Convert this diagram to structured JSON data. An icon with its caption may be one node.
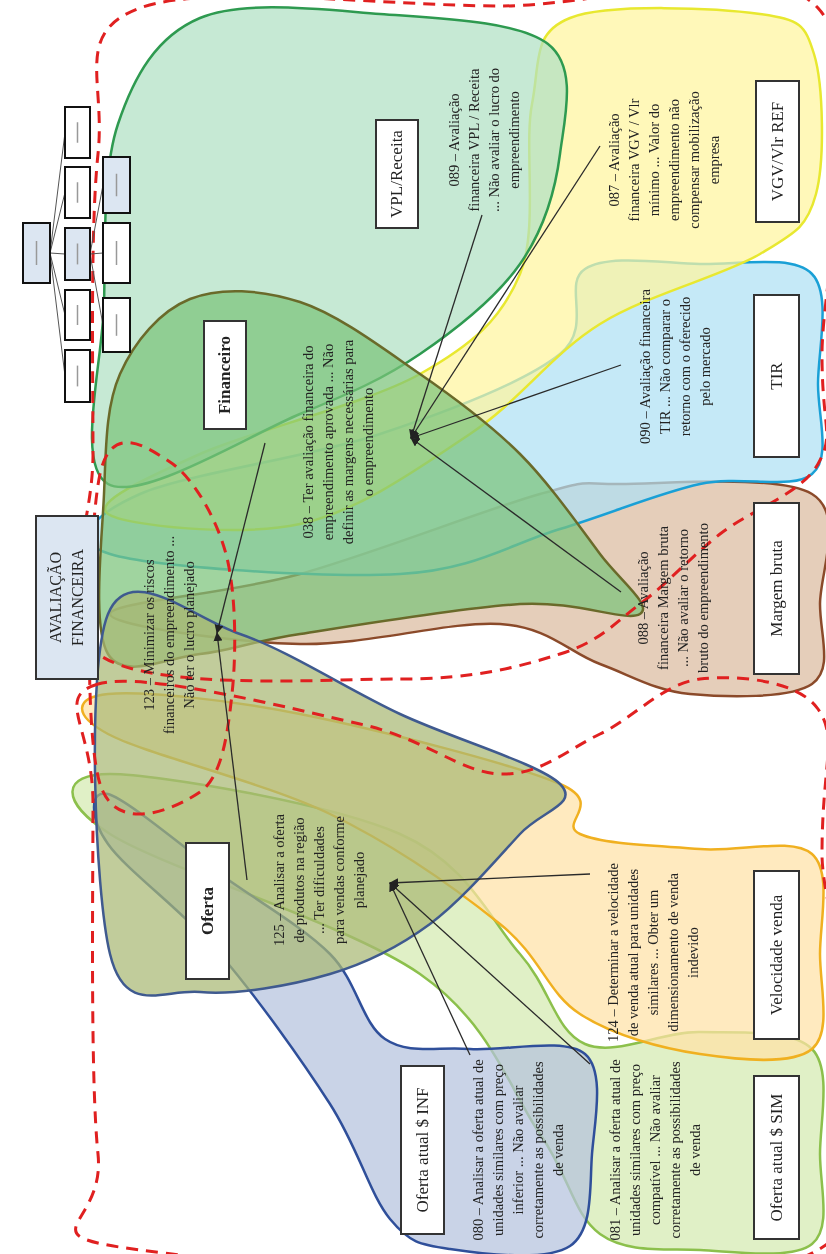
{
  "diagram": {
    "nodes": [
      {
        "text": [
          "AVALIAÇÃO FINANCEIRA"
        ]
      },
      {
        "text": [],
        "shape": "picture"
      },
      {
        "text": [
          "Financeiro"
        ]
      },
      {
        "text": [
          "123 – Minimizar os riscos financeiros do empreendimento ... Não ter o lucro planejado"
        ]
      },
      {
        "text": [
          "038 – Ter avaliação financeira do empreendimento aprovada ... Não definir as margens necessárias para o empreendimento"
        ]
      },
      {
        "text": [
          "VPL/Receita"
        ]
      },
      {
        "text": [
          "089 – Avaliação financeira VPL / Receita ... Não avaliar o lucro do empreendimento"
        ]
      },
      {
        "text": [
          "VGV/Vlr REF"
        ]
      },
      {
        "text": [
          "087 – Avaliação financeira VGV / Vlr mínimo ... Valor do empreendimento não compensar mobilização empresa"
        ]
      },
      {
        "text": [
          "TIR"
        ]
      },
      {
        "text": [
          "090 – Avaliação financeira TIR ... Não comparar o retorno com o oferecido pelo mercado"
        ]
      },
      {
        "text": [
          "Margem bruta"
        ]
      },
      {
        "text": [
          "088 – Avaliação financeira Margem bruta ... Não avaliar o retorno bruto do empreendimento"
        ]
      },
      {
        "text": [
          "Oferta"
        ]
      },
      {
        "text": [
          "125 – Analisar a oferta de produtos na região ... Ter dificuldades para vendas conforme planejado"
        ]
      },
      {
        "text": [
          "Velocidade venda"
        ]
      },
      {
        "text": [
          "124 – Determinar a velocidade de venda atual para unidades similares ... Obter um dimensionamento de venda indevido"
        ]
      },
      {
        "text": [
          "Oferta atual $ SIM"
        ]
      },
      {
        "text": [
          "081 – Analisar a oferta atual de unidades similares com preço compatível ... Não avaliar corretamente as possibilidades de venda"
        ]
      },
      {
        "text": [
          "Oferta atual $ INF"
        ]
      },
      {
        "text": [
          "080 – Analisar a oferta atual de unidades similares com preço inferior ... Não avaliar corretamente as possibilidades de venda"
        ]
      }
    ],
    "edges": [
      {
        "from": 6,
        "to": 4,
        "arrow": "to"
      },
      {
        "from": 8,
        "to": 4,
        "arrow": "to"
      },
      {
        "from": 10,
        "to": 4,
        "arrow": "to"
      },
      {
        "from": 12,
        "to": 4,
        "arrow": "to"
      },
      {
        "from": 4,
        "to": 3,
        "arrow": "to"
      },
      {
        "from": 14,
        "to": 3,
        "arrow": "to"
      },
      {
        "from": 16,
        "to": 14,
        "arrow": "to"
      },
      {
        "from": 18,
        "to": 14,
        "arrow": "to"
      },
      {
        "from": 20,
        "to": 14,
        "arrow": "to"
      }
    ]
  }
}
